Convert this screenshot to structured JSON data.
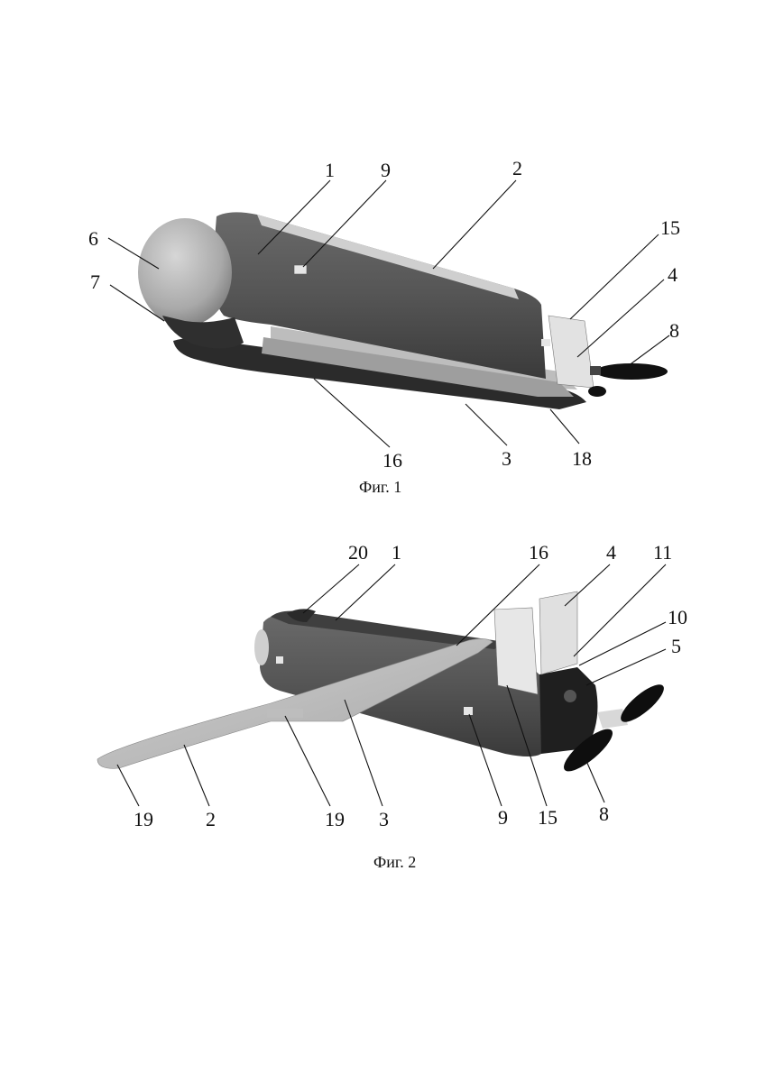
{
  "figures": [
    {
      "caption": "Фиг. 1",
      "labels": [
        "1",
        "9",
        "2",
        "15",
        "6",
        "4",
        "7",
        "8",
        "16",
        "3",
        "18"
      ]
    },
    {
      "caption": "Фиг. 2",
      "labels": [
        "20",
        "1",
        "16",
        "4",
        "11",
        "10",
        "5",
        "19",
        "2",
        "19",
        "3",
        "9",
        "15",
        "8"
      ]
    }
  ]
}
